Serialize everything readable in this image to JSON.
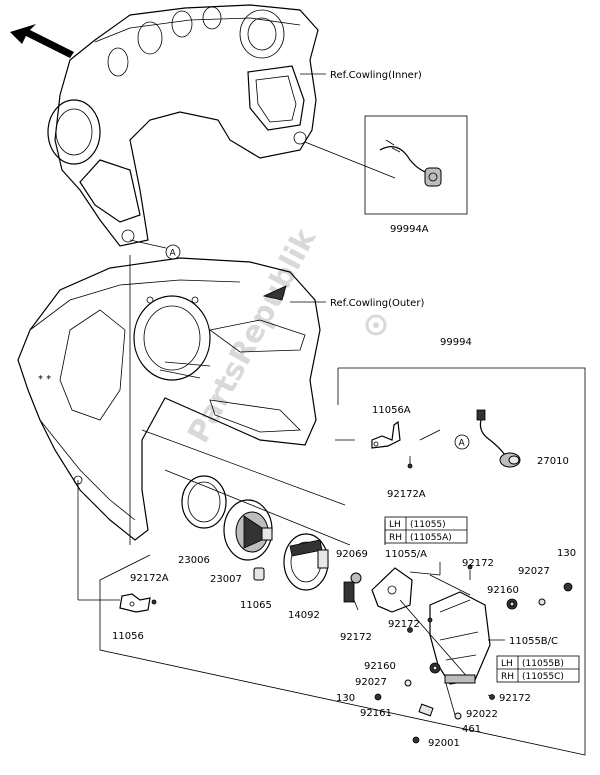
{
  "labels": {
    "ref_inner": "Ref.Cowling(Inner)",
    "ref_outer": "Ref.Cowling(Outer)",
    "p99994A": "99994A",
    "p99994": "99994",
    "p11056A": "11056A",
    "p92172A_top": "92172A",
    "p27010": "27010",
    "p23006": "23006",
    "p23007": "23007",
    "p11065": "11065",
    "p14092": "14092",
    "p92069": "92069",
    "p11055A_slash": "11055/A",
    "p92172_a": "92172",
    "p130_a": "130",
    "p92027_a": "92027",
    "p92160_a": "92160",
    "p92172A_left": "92172A",
    "p11056": "11056",
    "p92172_b": "92172",
    "p92172_c": "92172",
    "p11055BC": "11055B/C",
    "p92160_b": "92160",
    "p92027_b": "92027",
    "p130_b": "130",
    "p92161": "92161",
    "p92022": "92022",
    "p92172_d": "92172",
    "p461": "461",
    "p92001": "92001",
    "callout_a1": "A",
    "callout_a2": "A",
    "asterisks": "* *",
    "watermark": "PartsRepublik"
  },
  "side_tables": {
    "top": {
      "lh_key": "LH",
      "lh_val": "(11055)",
      "rh_key": "RH",
      "rh_val": "(11055A)"
    },
    "bottom": {
      "lh_key": "LH",
      "lh_val": "(11055B)",
      "rh_key": "RH",
      "rh_val": "(11055C)"
    }
  },
  "icons": {
    "direction": "front-direction-arrow-icon",
    "gear": "gear-watermark-icon"
  },
  "colors": {
    "ink": "#000000",
    "watermark": "#d9d9d9",
    "fill_grey": "#bdbdbd",
    "fill_dark": "#333333"
  }
}
